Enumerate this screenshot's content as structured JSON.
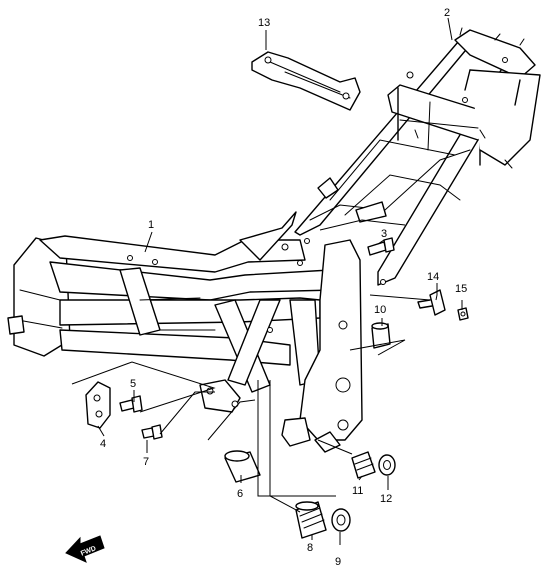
{
  "diagram": {
    "callouts": {
      "1": "1",
      "2": "2",
      "3": "3",
      "4": "4",
      "5": "5",
      "6": "6",
      "7": "7",
      "8": "8",
      "9": "9",
      "10": "10",
      "11": "11",
      "12": "12",
      "13": "13",
      "14": "14",
      "15": "15"
    },
    "fwd_label": "FWD"
  }
}
